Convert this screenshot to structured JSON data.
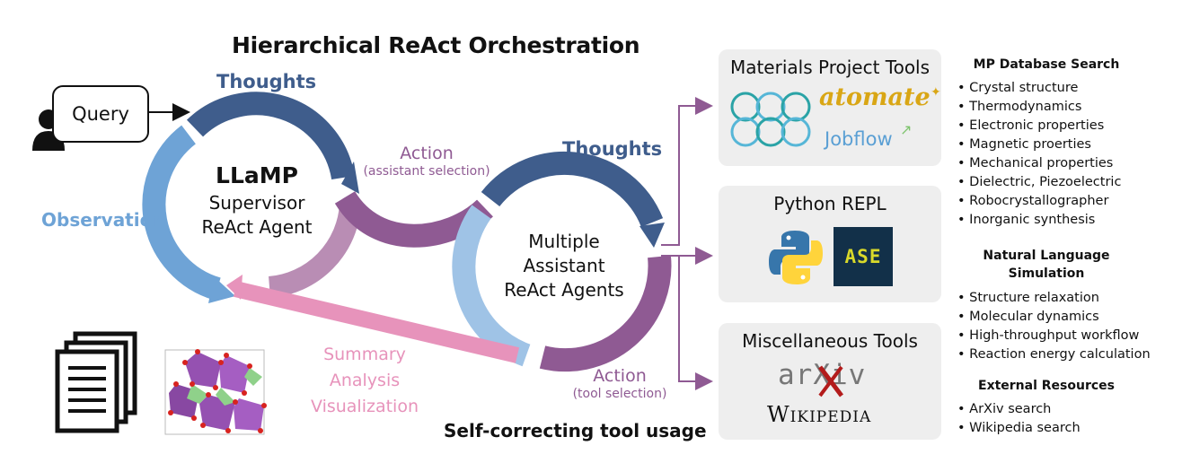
{
  "title": "Hierarchical ReAct Orchestration",
  "subtitle": "Self-correcting tool usage",
  "query": {
    "label": "Query"
  },
  "supervisor": {
    "name": "LLaMP",
    "line1": "Supervisor",
    "line2": "ReAct Agent"
  },
  "assistants": {
    "line1": "Multiple",
    "line2": "Assistant",
    "line3": "ReAct Agents"
  },
  "cycle_labels": {
    "thoughts_left": "Thoughts",
    "action_left": "Action",
    "action_left_note": "(assistant selection)",
    "observation": "Observation",
    "thoughts_right": "Thoughts",
    "action_right": "Action",
    "action_right_note": "(tool selection)",
    "summary": [
      "Summary",
      "Analysis",
      "Visualization"
    ]
  },
  "panels": {
    "mp": {
      "title": "Materials Project Tools",
      "logo_atomate": "atomate",
      "logo_jobflow": "Jobflow"
    },
    "python": {
      "title": "Python REPL",
      "logo_ase": "ASE"
    },
    "misc": {
      "title": "Miscellaneous Tools",
      "logo_arxiv": "arXiv",
      "logo_wiki": "Wikipedia"
    }
  },
  "right_sections": {
    "mp_db": {
      "heading": "MP Database Search",
      "items": [
        "Crystal structure",
        "Thermodynamics",
        "Electronic properties",
        "Magnetic proerties",
        "Mechanical properties",
        "Dielectric, Piezoelectric",
        "Robocrystallographer",
        "Inorganic synthesis"
      ]
    },
    "nl_sim": {
      "heading_line1": "Natural Language",
      "heading_line2": "Simulation",
      "items": [
        "Structure relaxation",
        "Molecular dynamics",
        "High-throughput workflow",
        "Reaction energy calculation"
      ]
    },
    "external": {
      "heading": "External Resources",
      "items": [
        "ArXiv search",
        "Wikipedia search"
      ]
    }
  },
  "colors": {
    "thoughts": "#3f5d8c",
    "action": "#8f5a93",
    "observation": "#6ea3d6",
    "summary": "#e793bb",
    "supervisor_side": "#b98db4",
    "connector": "#8f5a93"
  }
}
